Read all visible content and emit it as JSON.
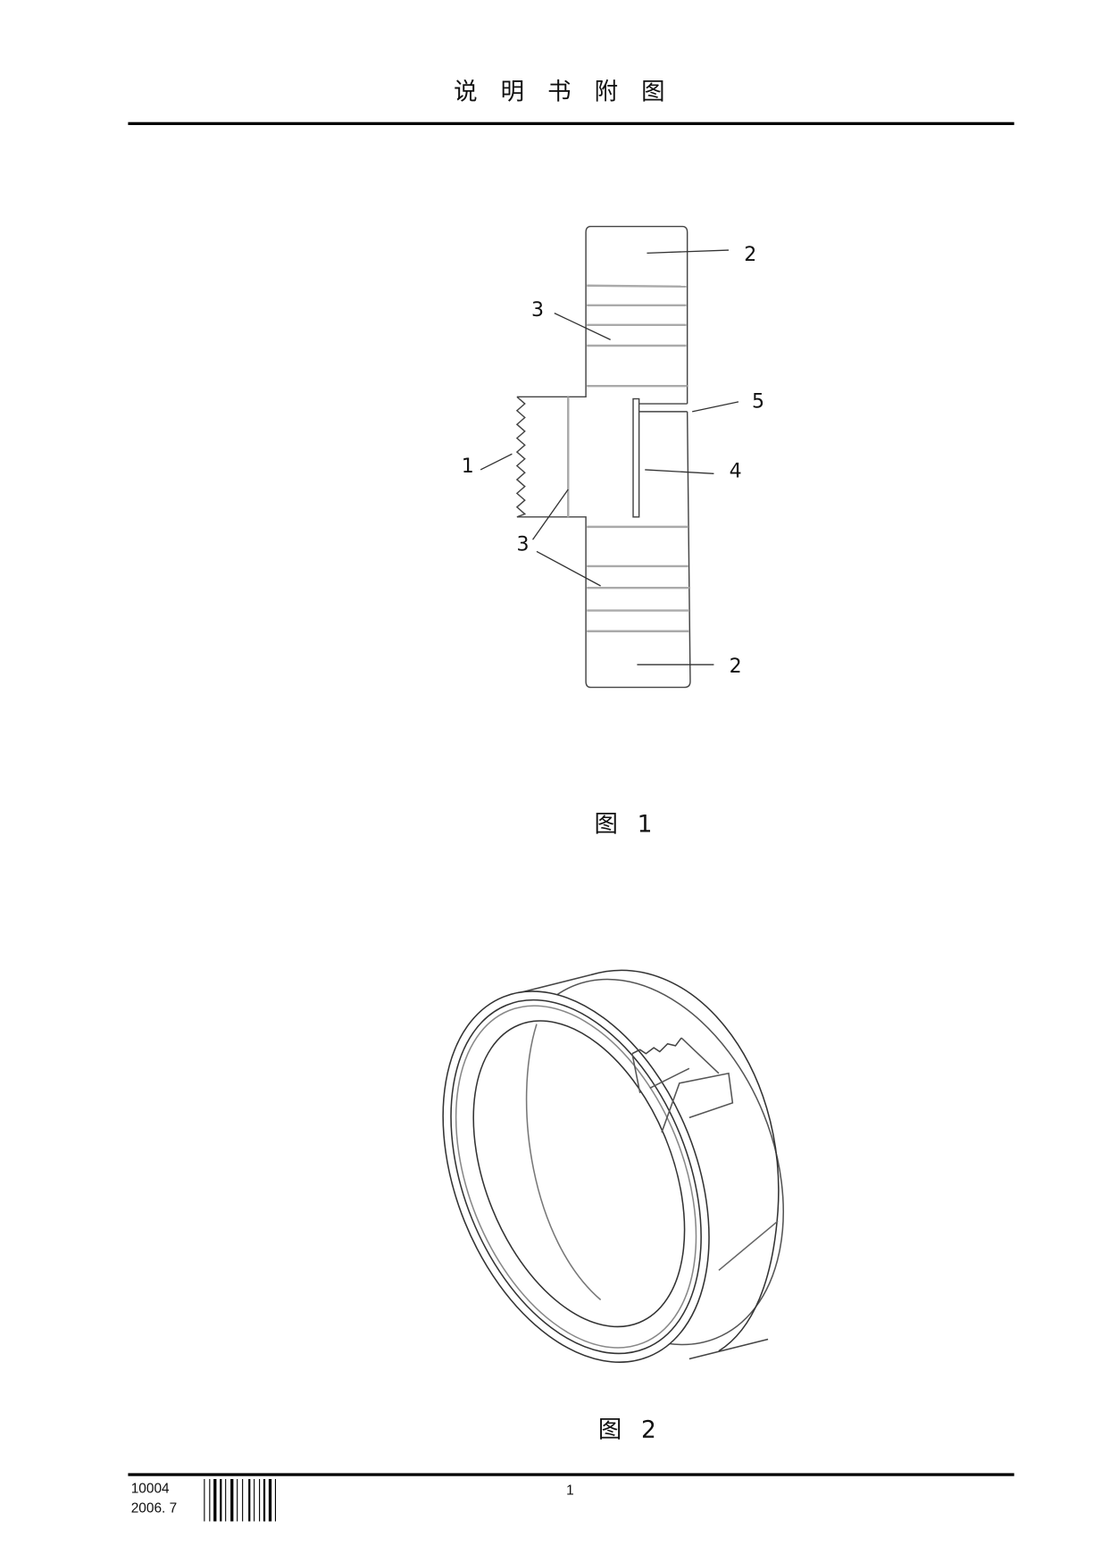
{
  "header": {
    "title": "说 明 书 附 图"
  },
  "figure1": {
    "caption": "图 1",
    "labels": {
      "part2_top": "2",
      "part3_top": "3",
      "part5": "5",
      "part1": "1",
      "part4": "4",
      "part3_bottom": "3",
      "part2_bottom": "2"
    }
  },
  "figure2": {
    "caption": "图 2"
  },
  "footer": {
    "form_code": "10004",
    "form_date": "2006. 7",
    "page_number": "1"
  }
}
